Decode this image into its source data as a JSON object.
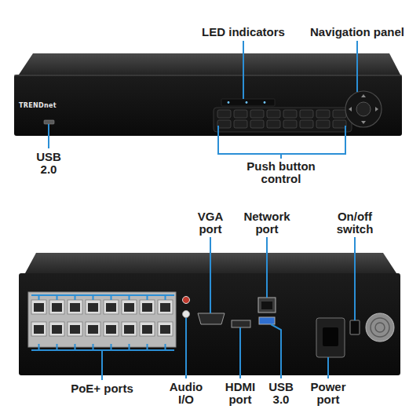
{
  "diagram": {
    "labels": [
      "LED indicators",
      "Navigation panel",
      "TRENDnet",
      "USB 2.0",
      "Push button control",
      "VGA port",
      "Network port",
      "On/off switch",
      "PoE+ ports",
      "Audio I/O",
      "HDMI port",
      "USB 3.0",
      "Power port"
    ]
  }
}
